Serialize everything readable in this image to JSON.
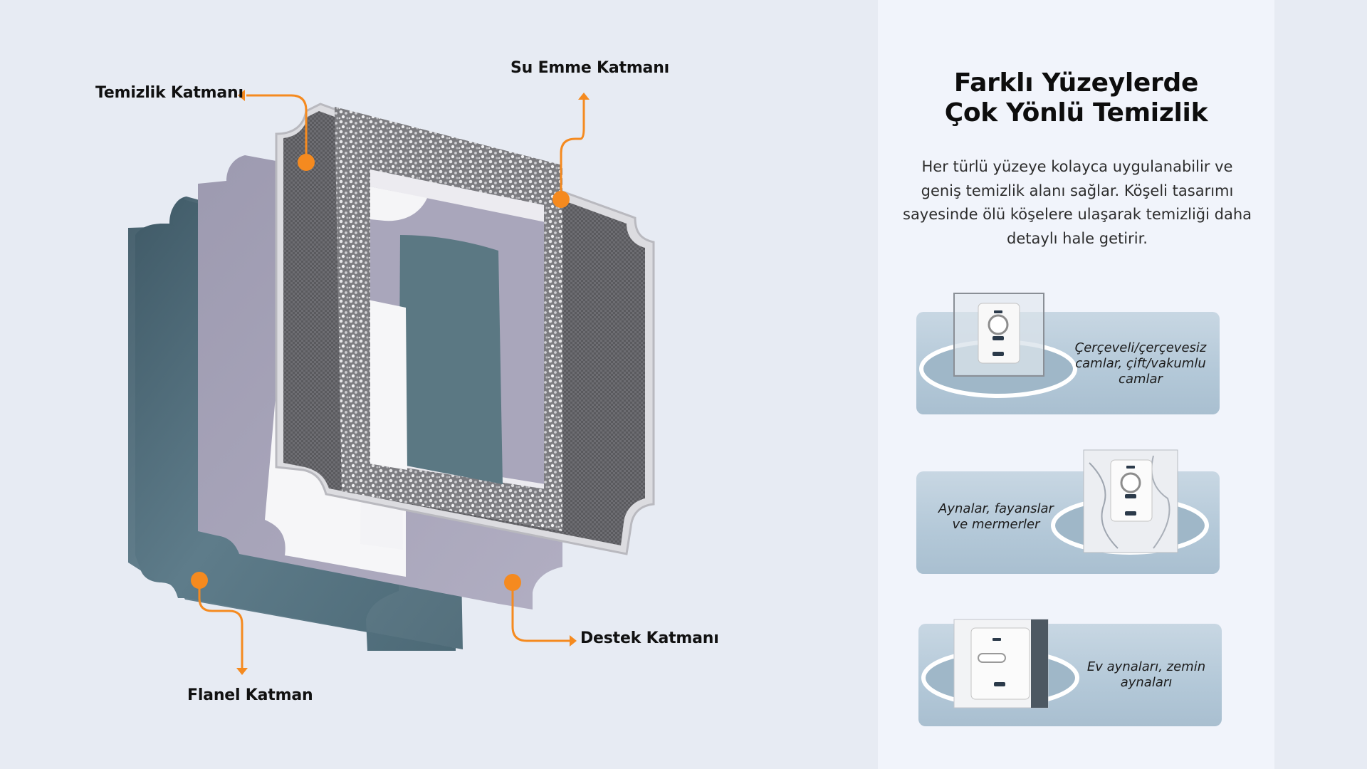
{
  "callouts": {
    "cleaning_layer": "Temizlik Katmanı",
    "water_absorb_layer": "Su Emme Katmanı",
    "support_layer": "Destek Katmanı",
    "flannel_layer": "Flanel Katman"
  },
  "heading": {
    "line1": "Farklı Yüzeylerde",
    "line2": "Çok Yönlü Temizlik"
  },
  "description": "Her türlü yüzeye kolayca uygulanabilir ve geniş temizlik alanı sağlar. Köşeli tasarımı sayesinde ölü köşelere ulaşarak temizliği daha detaylı hale getirir.",
  "cards": [
    {
      "lines": [
        "Çerçeveli/çerçevesiz",
        "camlar, çift/vakumlu",
        "camlar"
      ]
    },
    {
      "lines": [
        "Aynalar, fayanslar",
        "ve mermerler"
      ]
    },
    {
      "lines": [
        "Ev aynaları, zemin",
        "aynaları"
      ]
    }
  ],
  "colors": {
    "accent_orange": "#f58a1f",
    "flannel_layer": "#55727f",
    "support_layer": "#a9a6bb",
    "card_background": "#b8cad9"
  }
}
